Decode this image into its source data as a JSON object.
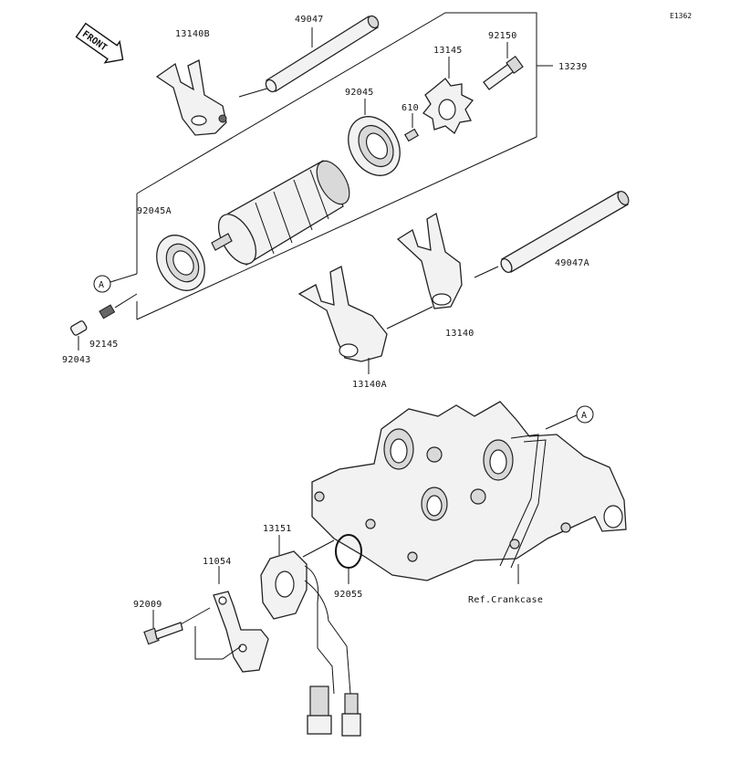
{
  "diagram": {
    "code": "E1362",
    "front_label": "FRONT",
    "callout_a": "A",
    "parts": {
      "p13140B": "13140B",
      "p49047": "49047",
      "p92045": "92045",
      "p13145": "13145",
      "p92150": "92150",
      "p13239": "13239",
      "p610": "610",
      "p92045A": "92045A",
      "p49047A": "49047A",
      "p92145": "92145",
      "p92043": "92043",
      "p13140": "13140",
      "p13140A": "13140A",
      "p13151": "13151",
      "p11054": "11054",
      "p92055": "92055",
      "p92009": "92009",
      "ref_crankcase": "Ref.Crankcase"
    }
  }
}
